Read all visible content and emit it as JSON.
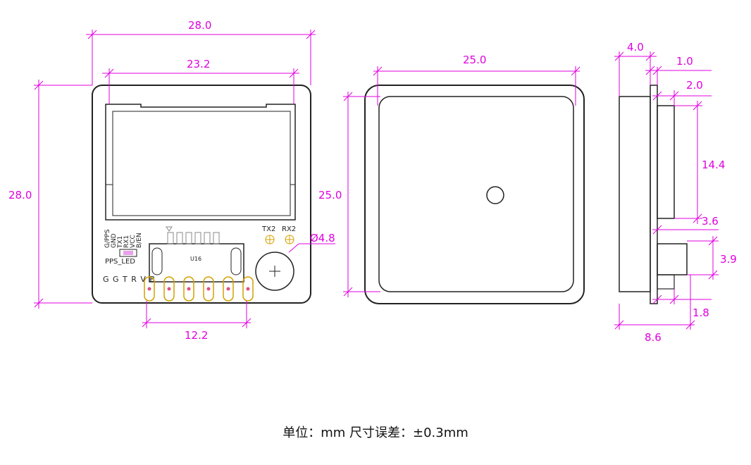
{
  "dims": {
    "top_width": "28.0",
    "inner_width": "23.2",
    "left_height": "28.0",
    "pin_pitch": "12.2",
    "hole": "Ø4.8",
    "ant_width": "25.0",
    "ant_height": "25.0",
    "side_4": "4.0",
    "side_1": "1.0",
    "side_2": "2.0",
    "side_144": "14.4",
    "side_36": "3.6",
    "side_39": "3.9",
    "side_18": "1.8",
    "side_86": "8.6"
  },
  "board": {
    "pin_names": [
      "G/PPS",
      "GND",
      "TX1",
      "RX1",
      "VCC",
      "B/EN"
    ],
    "pin_letters": "G G T R V B",
    "pps_led": "PPS_LED",
    "tx2": "TX2",
    "rx2": "RX2",
    "chip": "U16"
  },
  "footer": "单位：mm 尺寸误差：±0.3mm"
}
